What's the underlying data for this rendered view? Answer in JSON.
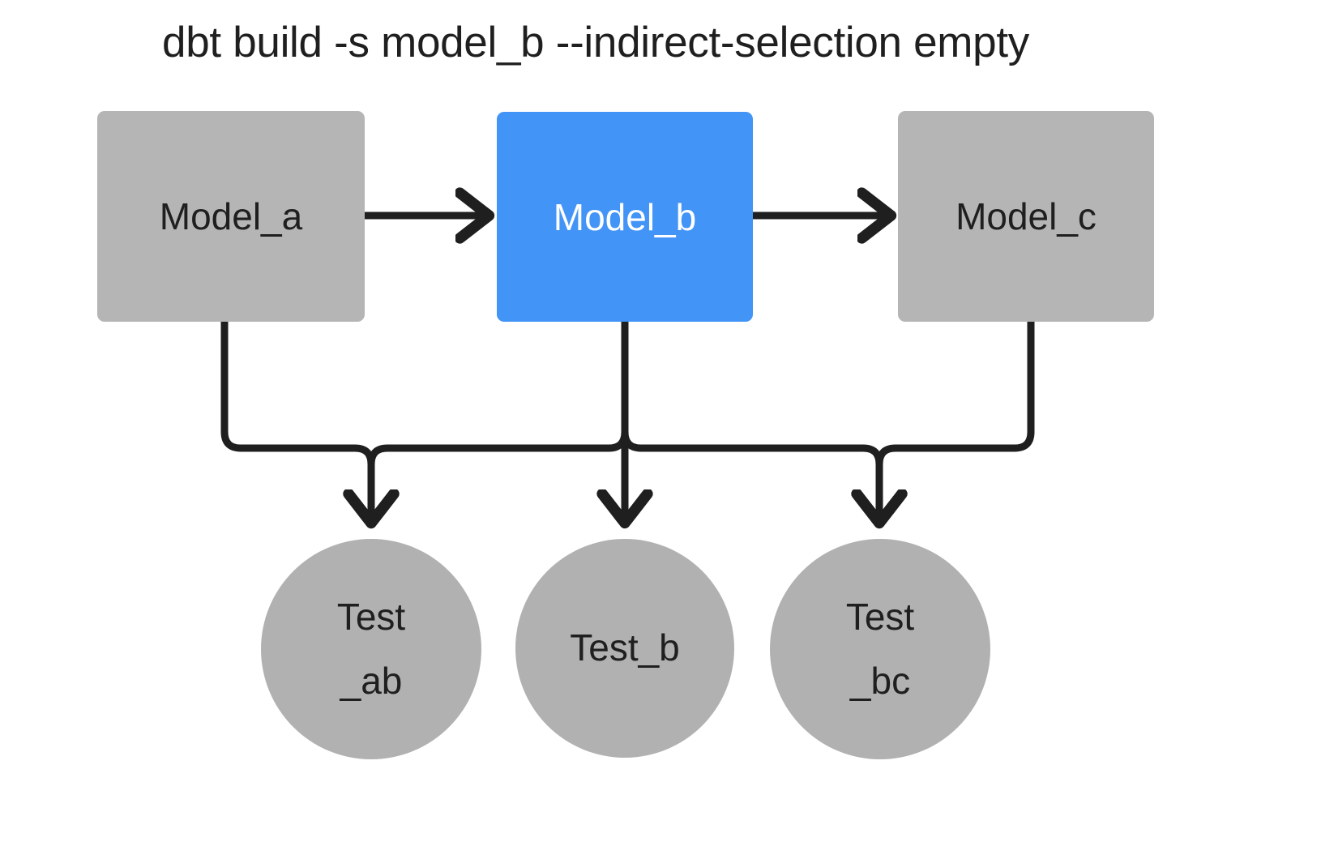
{
  "diagram": {
    "title": "dbt build -s model_b --indirect-selection empty",
    "type": "dag",
    "colors": {
      "selected_node": "#4294f7",
      "unselected_node": "#b5b5b5",
      "test_node": "#b1b1b1",
      "edge": "#1f1f1f",
      "background": "#ffffff",
      "selected_node_text": "#ffffff",
      "node_text": "#1f1f1f"
    },
    "models": [
      {
        "id": "model_a",
        "label": "Model_a",
        "state": "unselected",
        "shape": "rect"
      },
      {
        "id": "model_b",
        "label": "Model_b",
        "state": "selected",
        "shape": "rect"
      },
      {
        "id": "model_c",
        "label": "Model_c",
        "state": "unselected",
        "shape": "rect"
      }
    ],
    "tests": [
      {
        "id": "test_ab",
        "label": "Test_ab",
        "line1": "Test",
        "line2": "_ab",
        "state": "unselected",
        "shape": "circle"
      },
      {
        "id": "test_b",
        "label": "Test_b",
        "line1": "Test_b",
        "line2": "",
        "state": "unselected",
        "shape": "circle"
      },
      {
        "id": "test_bc",
        "label": "Test_bc",
        "line1": "Test",
        "line2": "_bc",
        "state": "unselected",
        "shape": "circle"
      }
    ],
    "edges": [
      {
        "from": "model_a",
        "to": "model_b",
        "style": "arrow-right"
      },
      {
        "from": "model_b",
        "to": "model_c",
        "style": "arrow-right"
      },
      {
        "from": "model_a",
        "to": "test_ab",
        "style": "arrow-down-elbow"
      },
      {
        "from": "model_b",
        "to": "test_ab",
        "style": "arrow-down-elbow"
      },
      {
        "from": "model_b",
        "to": "test_b",
        "style": "arrow-down"
      },
      {
        "from": "model_b",
        "to": "test_bc",
        "style": "arrow-down-elbow"
      },
      {
        "from": "model_c",
        "to": "test_bc",
        "style": "arrow-down-elbow"
      }
    ]
  }
}
